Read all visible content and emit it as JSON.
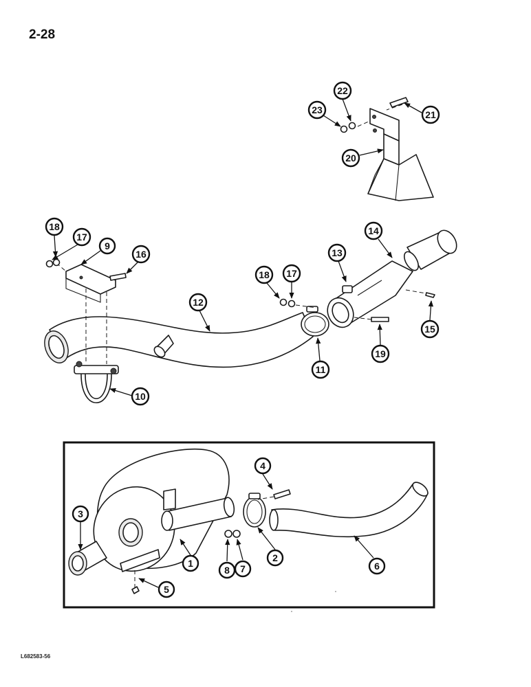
{
  "page_number": "2-28",
  "footer_code": "L682583-56",
  "callouts": [
    "1",
    "2",
    "3",
    "4",
    "5",
    "6",
    "7",
    "8",
    "9",
    "10",
    "11",
    "12",
    "13",
    "14",
    "15",
    "16",
    "17",
    "17",
    "18",
    "18",
    "19",
    "20",
    "21",
    "22",
    "23"
  ]
}
